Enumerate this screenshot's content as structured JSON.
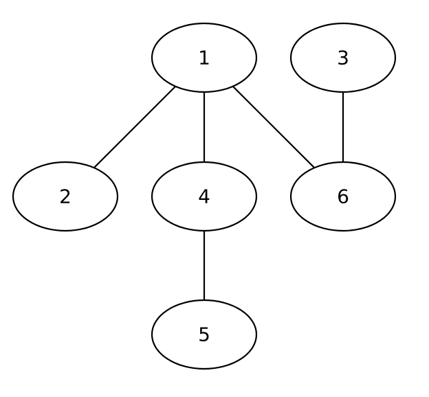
{
  "nodes": [
    {
      "id": "1",
      "label": "1"
    },
    {
      "id": "2",
      "label": "2"
    },
    {
      "id": "3",
      "label": "3"
    },
    {
      "id": "4",
      "label": "4"
    },
    {
      "id": "5",
      "label": "5"
    },
    {
      "id": "6",
      "label": "6"
    }
  ],
  "edges": [
    {
      "from": "1",
      "to": "2"
    },
    {
      "from": "1",
      "to": "4"
    },
    {
      "from": "1",
      "to": "6"
    },
    {
      "from": "3",
      "to": "6"
    },
    {
      "from": "4",
      "to": "5"
    }
  ],
  "colors": {
    "stroke": "#000000",
    "fill": "#ffffff",
    "text": "#000000"
  }
}
